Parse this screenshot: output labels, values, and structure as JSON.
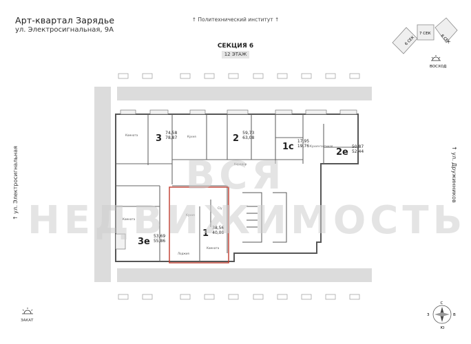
{
  "header": {
    "title": "Арт-квартал  Зарядье",
    "address": "ул. Электросигнальная, 9А",
    "top_street": "Политехнический институт",
    "section": "СЕКЦИЯ 6",
    "floor": "12 ЭТАЖ"
  },
  "streets": {
    "left": "ул. Электросигнальная",
    "right": "ул. Дружинников"
  },
  "key_plan": {
    "sections": [
      "6 СЕК",
      "7 СЕК",
      "8 СЕК"
    ],
    "sunrise_label": "ВОСХОД"
  },
  "sunset_label": "ЗАКАТ",
  "compass": {
    "n": "С",
    "s": "Ю",
    "w": "З",
    "e": "В"
  },
  "watermark": "ВСЯ НЕДВИЖИМОСТЬ",
  "apartments": [
    {
      "rooms": "3",
      "area_living": "74,58",
      "area_total": "78,87"
    },
    {
      "rooms": "2",
      "area_living": "59,73",
      "area_total": "63,08"
    },
    {
      "rooms": "1с",
      "area_living": "17,95",
      "area_total": "19,76"
    },
    {
      "rooms": "2е",
      "area_living": "50,87",
      "area_total": "52,44"
    },
    {
      "rooms": "3е",
      "area_living": "53,69",
      "area_total": "55,86"
    },
    {
      "rooms": "1",
      "area_living": "38,56",
      "area_total": "40,00"
    }
  ],
  "room_labels": {
    "bedroom": "Комната",
    "kitchen": "Кухня",
    "kitchen_living": "Кухня-гостиная",
    "hall": "Коридор",
    "bath": "С/у",
    "loggia": "Лоджия"
  },
  "colors": {
    "wall": "#8a8a8a",
    "outline": "#555555",
    "highlight": "#c0392b",
    "street_band": "#dcdcdc"
  }
}
